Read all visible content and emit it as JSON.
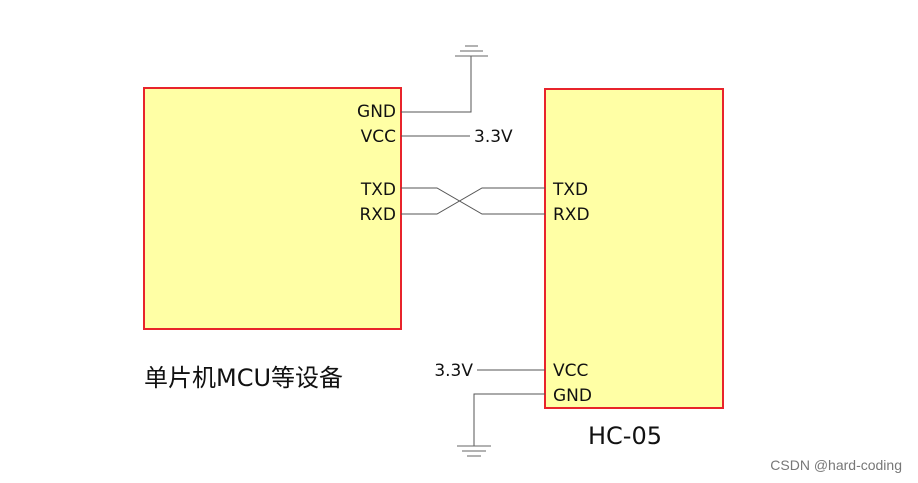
{
  "mcu": {
    "label": "单片机MCU等设备",
    "pins": {
      "gnd": "GND",
      "vcc": "VCC",
      "txd": "TXD",
      "rxd": "RXD"
    }
  },
  "hc05": {
    "label": "HC-05",
    "pins": {
      "txd": "TXD",
      "rxd": "RXD",
      "vcc": "VCC",
      "gnd": "GND"
    }
  },
  "nets": {
    "mcu_vcc_supply": "3.3V",
    "hc05_vcc_supply": "3.3V"
  },
  "watermark": "CSDN @hard-coding",
  "colors": {
    "box_fill": "#ffffa5",
    "box_border": "#e8242b",
    "wire": "#555555"
  }
}
